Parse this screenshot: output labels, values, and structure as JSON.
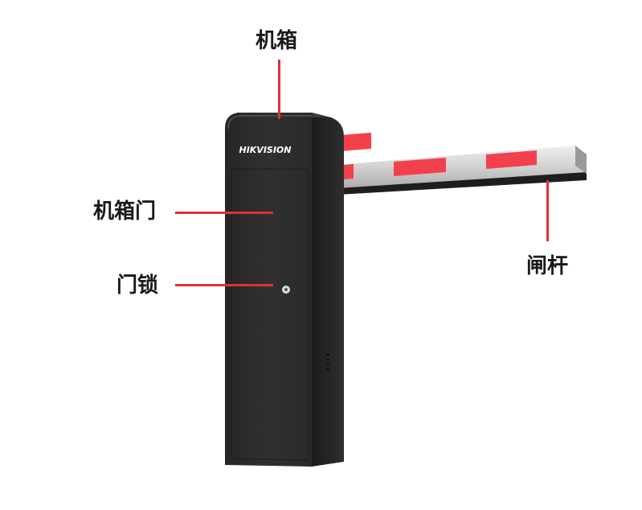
{
  "labels": {
    "cabinet": "机箱",
    "cabinet_door": "机箱门",
    "door_lock": "门锁",
    "barrier_arm": "闸杆"
  },
  "brand": {
    "logo_text": "HIKVISION"
  },
  "colors": {
    "leader_line": "#e0303a",
    "cabinet": "#2b2b2b",
    "arm_stripe": "#f2414d",
    "arm_metal": "#c9c9c9"
  },
  "icons": [
    "key-lock-icon",
    "vent-slots-icon"
  ]
}
